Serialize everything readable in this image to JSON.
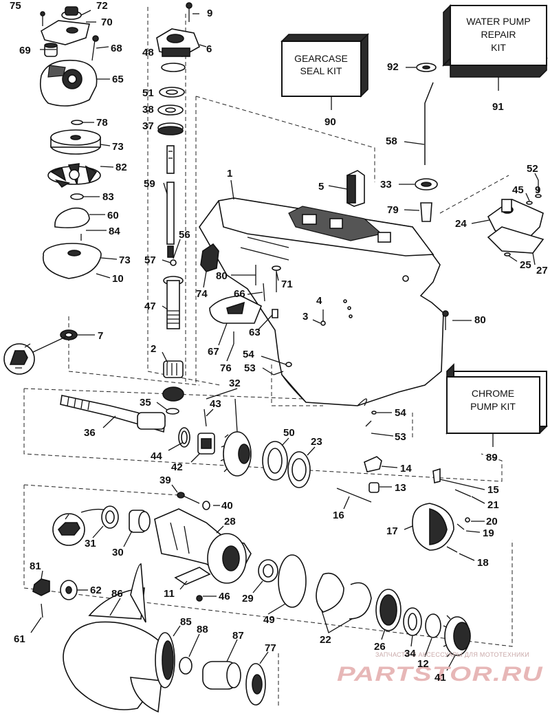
{
  "kits": {
    "gearcase_seal": [
      "GEARCASE",
      "SEAL KIT"
    ],
    "water_pump_repair": [
      "WATER PUMP",
      "REPAIR",
      "KIT"
    ],
    "chrome_pump": [
      "CHROME",
      "PUMP KIT"
    ]
  },
  "watermark": {
    "caption": "ЗАПЧАСТИ И АКСЕССУАРЫ ДЛЯ МОТОТЕХНИКИ",
    "logo": "PARTSTOR.RU"
  },
  "callouts": [
    {
      "id": "c75",
      "label": "75"
    },
    {
      "id": "c72",
      "label": "72"
    },
    {
      "id": "c70",
      "label": "70"
    },
    {
      "id": "c9",
      "label": "9"
    },
    {
      "id": "c6",
      "label": "6"
    },
    {
      "id": "c48",
      "label": "48"
    },
    {
      "id": "c69",
      "label": "69"
    },
    {
      "id": "c68",
      "label": "68"
    },
    {
      "id": "c65",
      "label": "65"
    },
    {
      "id": "c51",
      "label": "51"
    },
    {
      "id": "c38",
      "label": "38"
    },
    {
      "id": "c37",
      "label": "37"
    },
    {
      "id": "c78",
      "label": "78"
    },
    {
      "id": "c73a",
      "label": "73"
    },
    {
      "id": "c82",
      "label": "82"
    },
    {
      "id": "c59",
      "label": "59"
    },
    {
      "id": "c83",
      "label": "83"
    },
    {
      "id": "c60",
      "label": "60"
    },
    {
      "id": "c84",
      "label": "84"
    },
    {
      "id": "c73b",
      "label": "73"
    },
    {
      "id": "c10",
      "label": "10"
    },
    {
      "id": "c56",
      "label": "56"
    },
    {
      "id": "c57",
      "label": "57"
    },
    {
      "id": "c47",
      "label": "47"
    },
    {
      "id": "c7",
      "label": "7"
    },
    {
      "id": "c2",
      "label": "2"
    },
    {
      "id": "c35",
      "label": "35"
    },
    {
      "id": "c32",
      "label": "32"
    },
    {
      "id": "c43",
      "label": "43"
    },
    {
      "id": "c36",
      "label": "36"
    },
    {
      "id": "c44",
      "label": "44"
    },
    {
      "id": "c42",
      "label": "42"
    },
    {
      "id": "c50",
      "label": "50"
    },
    {
      "id": "c23",
      "label": "23"
    },
    {
      "id": "c39",
      "label": "39"
    },
    {
      "id": "c40",
      "label": "40"
    },
    {
      "id": "c28",
      "label": "28"
    },
    {
      "id": "c31",
      "label": "31"
    },
    {
      "id": "c30",
      "label": "30"
    },
    {
      "id": "c81",
      "label": "81"
    },
    {
      "id": "c62",
      "label": "62"
    },
    {
      "id": "c11",
      "label": "11"
    },
    {
      "id": "c46",
      "label": "46"
    },
    {
      "id": "c29",
      "label": "29"
    },
    {
      "id": "c49",
      "label": "49"
    },
    {
      "id": "c86",
      "label": "86"
    },
    {
      "id": "c85",
      "label": "85"
    },
    {
      "id": "c88",
      "label": "88"
    },
    {
      "id": "c87",
      "label": "87"
    },
    {
      "id": "c77",
      "label": "77"
    },
    {
      "id": "c61",
      "label": "61"
    },
    {
      "id": "c22",
      "label": "22"
    },
    {
      "id": "c26",
      "label": "26"
    },
    {
      "id": "c34",
      "label": "34"
    },
    {
      "id": "c12",
      "label": "12"
    },
    {
      "id": "c41",
      "label": "41"
    },
    {
      "id": "c90",
      "label": "90"
    },
    {
      "id": "c91",
      "label": "91"
    },
    {
      "id": "c92",
      "label": "92"
    },
    {
      "id": "c58",
      "label": "58"
    },
    {
      "id": "c1",
      "label": "1"
    },
    {
      "id": "c5",
      "label": "5"
    },
    {
      "id": "c33",
      "label": "33"
    },
    {
      "id": "c52",
      "label": "52"
    },
    {
      "id": "c45",
      "label": "45"
    },
    {
      "id": "c9b",
      "label": "9"
    },
    {
      "id": "c79",
      "label": "79"
    },
    {
      "id": "c24",
      "label": "24"
    },
    {
      "id": "c25",
      "label": "25"
    },
    {
      "id": "c27",
      "label": "27"
    },
    {
      "id": "c80a",
      "label": "80"
    },
    {
      "id": "c71",
      "label": "71"
    },
    {
      "id": "c74",
      "label": "74"
    },
    {
      "id": "c66",
      "label": "66"
    },
    {
      "id": "c4",
      "label": "4"
    },
    {
      "id": "c3",
      "label": "3"
    },
    {
      "id": "c63",
      "label": "63"
    },
    {
      "id": "c80b",
      "label": "80"
    },
    {
      "id": "c67",
      "label": "67"
    },
    {
      "id": "c76",
      "label": "76"
    },
    {
      "id": "c54a",
      "label": "54"
    },
    {
      "id": "c53a",
      "label": "53"
    },
    {
      "id": "c54b",
      "label": "54"
    },
    {
      "id": "c53b",
      "label": "53"
    },
    {
      "id": "c89",
      "label": "89"
    },
    {
      "id": "c14",
      "label": "14"
    },
    {
      "id": "c13",
      "label": "13"
    },
    {
      "id": "c16",
      "label": "16"
    },
    {
      "id": "c15",
      "label": "15"
    },
    {
      "id": "c21",
      "label": "21"
    },
    {
      "id": "c20",
      "label": "20"
    },
    {
      "id": "c17",
      "label": "17"
    },
    {
      "id": "c19",
      "label": "19"
    },
    {
      "id": "c18",
      "label": "18"
    }
  ]
}
